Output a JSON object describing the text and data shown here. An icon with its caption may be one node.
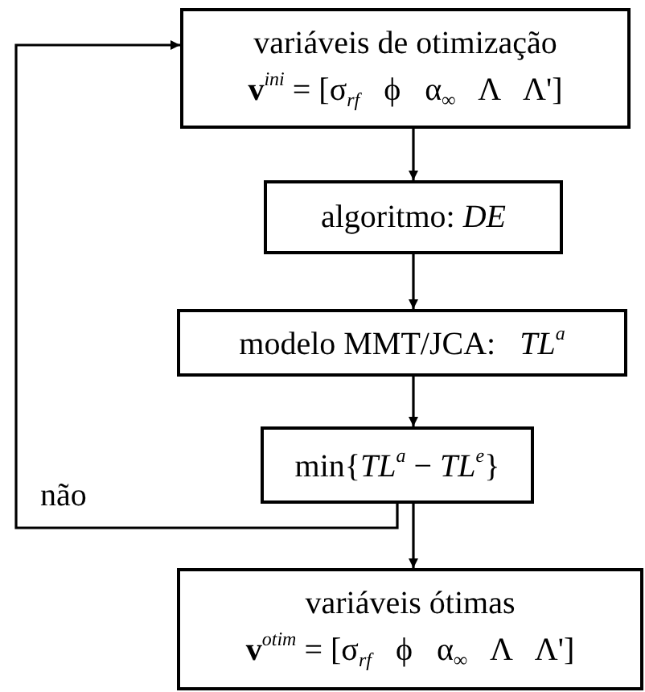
{
  "diagram": {
    "nodes": [
      {
        "text": [
          "variáveis de otimização",
          "**v**$^{ini}$ = [σ$_{rf}$   ϕ   α$_{∞}$   Λ   Λ']"
        ]
      },
      {
        "text": [
          "algoritmo: *DE*"
        ]
      },
      {
        "text": [
          "modelo MMT/JCA:   *TL*$^{a}$"
        ]
      },
      {
        "text": [
          "min{*TL*$^{a}$ − *TL*$^{e}$}"
        ]
      },
      {
        "text": [
          "variáveis ótimas",
          "**v**$^{otim}$ = [σ$_{rf}$   ϕ   α$_{∞}$   Λ   Λ']"
        ]
      }
    ],
    "edges": [
      {
        "from": 0,
        "to": 1,
        "arrow": "to"
      },
      {
        "from": 1,
        "to": 2,
        "arrow": "to"
      },
      {
        "from": 2,
        "to": 3,
        "arrow": "to"
      },
      {
        "from": 3,
        "to": 4,
        "arrow": "to"
      },
      {
        "from": 3,
        "to": 0,
        "arrow": "to",
        "label": "não"
      }
    ]
  }
}
